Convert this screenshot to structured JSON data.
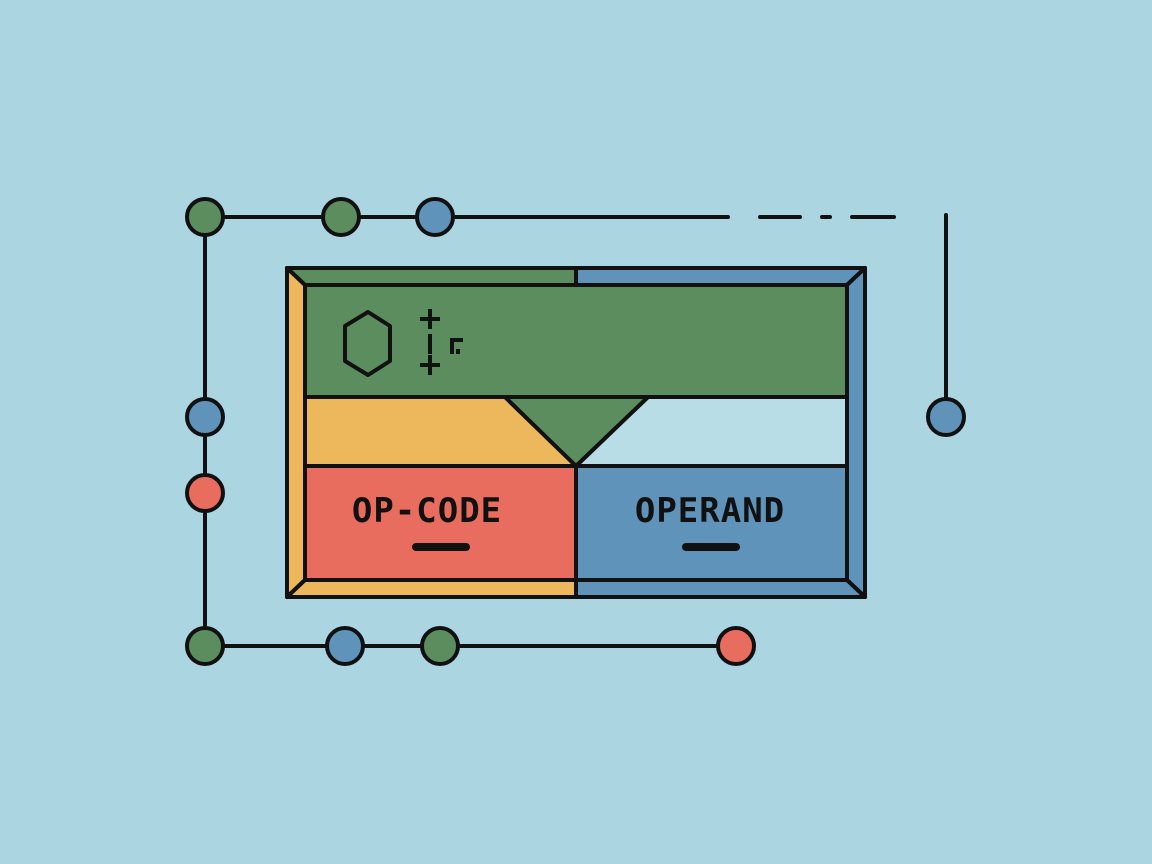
{
  "diagram": {
    "fields": {
      "opcode": {
        "label": "OP-CODE"
      },
      "operand": {
        "label": "OPERAND"
      }
    },
    "colors": {
      "background": "#acd5e2",
      "green": "#5b8d5e",
      "blue": "#5f93b9",
      "red": "#e96d5f",
      "yellow": "#edb85c",
      "light_blue": "#b8dde6",
      "outline": "#111111"
    },
    "icons": [
      "hexagon-icon",
      "cursor-glyph-icon"
    ],
    "connectors": {
      "top_bus_nodes": [
        "green",
        "green",
        "blue"
      ],
      "left_bus_nodes": [
        "blue",
        "red"
      ],
      "bottom_bus_nodes": [
        "green",
        "blue",
        "green",
        "red"
      ],
      "right_bus_nodes": [
        "blue"
      ]
    }
  }
}
